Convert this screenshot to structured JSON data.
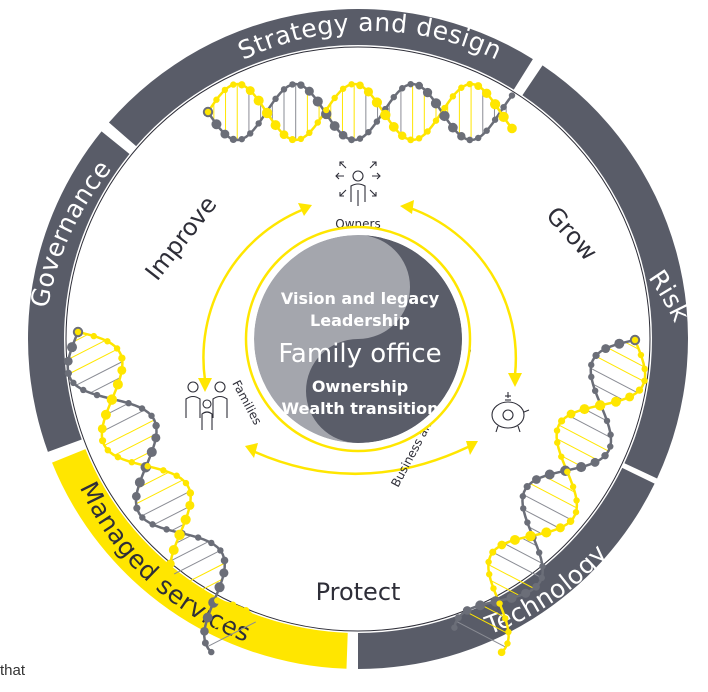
{
  "colors": {
    "dark_gray": "#595c68",
    "yellow": "#ffe600",
    "text_dark": "#2e2e38",
    "core_light": "#a4a6ad",
    "core_dark": "#5a5d69",
    "dna_gray": "#6b6e78"
  },
  "outer_ring": {
    "segments": [
      {
        "id": "strategy",
        "label": "Strategy and design",
        "highlighted": false
      },
      {
        "id": "risk",
        "label": "Risk",
        "highlighted": false
      },
      {
        "id": "technology",
        "label": "Technology",
        "highlighted": false
      },
      {
        "id": "managed",
        "label": "Managed services",
        "highlighted": true
      },
      {
        "id": "governance",
        "label": "Governance",
        "highlighted": false
      }
    ]
  },
  "inner_labels": {
    "improve": "Improve",
    "grow": "Grow",
    "protect": "Protect"
  },
  "nodes": {
    "owners": {
      "label": "Owners",
      "icon": "person-arrows-icon"
    },
    "families": {
      "label": "Families",
      "icon": "family-icon"
    },
    "business": {
      "label": "Business and investments",
      "icon": "piggy-bank-icon"
    }
  },
  "core": {
    "line1": "Vision and legacy",
    "line2": "Leadership",
    "title": "Family office",
    "line3": "Ownership",
    "line4": "Wealth transition"
  },
  "stray_text": "that"
}
